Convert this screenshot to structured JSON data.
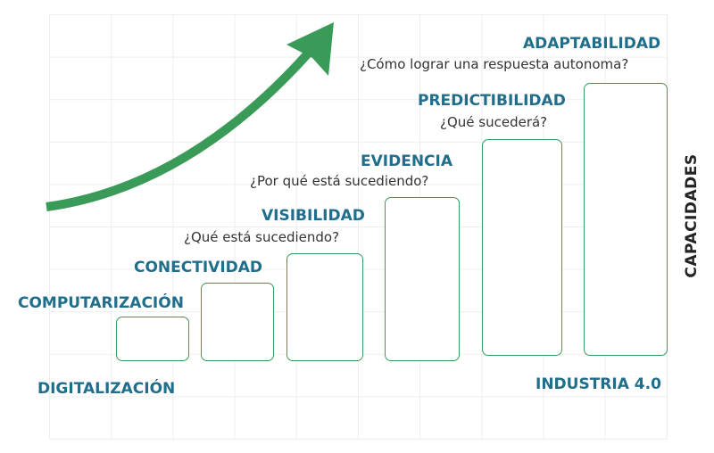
{
  "stages": [
    {
      "title": "DIGITALIZACIÓN"
    },
    {
      "title": "COMPUTARIZACIÓN"
    },
    {
      "title": "CONECTIVIDAD"
    },
    {
      "title": "VISIBILIDAD",
      "question": "¿Qué está sucediendo?"
    },
    {
      "title": "EVIDENCIA",
      "question": "¿Por qué está sucediendo?"
    },
    {
      "title": "PREDICTIBILIDAD",
      "question": "¿Qué sucederá?"
    },
    {
      "title": "ADAPTABILIDAD",
      "question": "¿Cómo lograr una respuesta autonoma?"
    }
  ],
  "end_label": "INDUSTRIA 4.0",
  "axis_label": "CAPACIDADES",
  "colors": {
    "title": "#1f6e8c",
    "box": "#3a9a58",
    "arrow": "#3a9a58"
  }
}
